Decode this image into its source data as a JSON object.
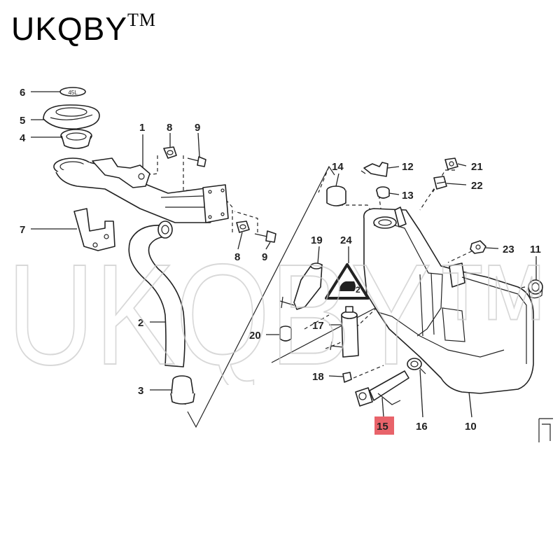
{
  "brand": {
    "name": "UKQBY",
    "tm": "TM"
  },
  "watermark": "UKQBY™",
  "cap_text": "45L",
  "labels": {
    "l1": "1",
    "l2": "2",
    "l3": "3",
    "l4": "4",
    "l5": "5",
    "l6": "6",
    "l7": "7",
    "l8a": "8",
    "l8b": "8",
    "l9a": "9",
    "l9b": "9",
    "l10": "10",
    "l11": "11",
    "l12": "12",
    "l13": "13",
    "l14": "14",
    "l15": "15",
    "l16": "16",
    "l17": "17",
    "l18": "18",
    "l19": "19",
    "l20": "20",
    "l21": "21",
    "l22": "22",
    "l23": "23",
    "l24": "24"
  },
  "highlight_part": "15",
  "colors": {
    "highlight": "#e8636a",
    "line": "#222222",
    "watermark": "#c8c8c8"
  }
}
